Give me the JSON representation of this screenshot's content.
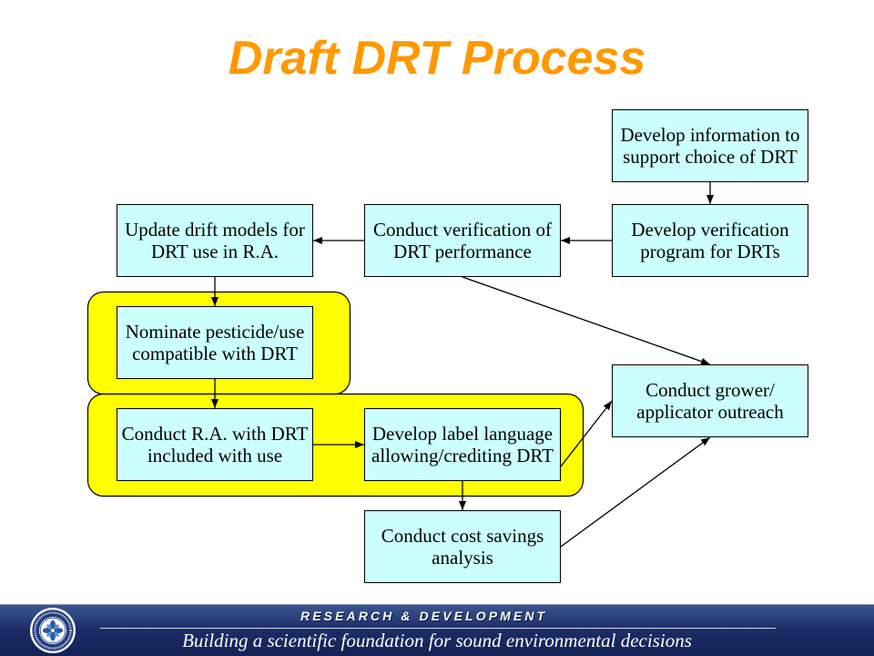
{
  "slide": {
    "title": "Draft DRT Process"
  },
  "colors": {
    "title": "#ff9900",
    "box_fill": "#ccffff",
    "group_fill": "#ffff00",
    "footer_bg": "#1b2c66",
    "footer_text": "#ffffff"
  },
  "flowchart": {
    "nodes": [
      {
        "lines": [
          "Develop information to",
          "support choice of DRT"
        ]
      },
      {
        "lines": [
          "Develop verification",
          "program for DRTs"
        ]
      },
      {
        "lines": [
          "Conduct verification of",
          "DRT performance"
        ]
      },
      {
        "lines": [
          "Update drift models for",
          "DRT use in R.A."
        ]
      },
      {
        "lines": [
          "Nominate pesticide/use",
          "compatible with DRT"
        ]
      },
      {
        "lines": [
          "Conduct R.A. with DRT",
          "included with use"
        ]
      },
      {
        "lines": [
          "Develop label language",
          "allowing/crediting DRT"
        ]
      },
      {
        "lines": [
          "Conduct grower/",
          "applicator outreach"
        ]
      },
      {
        "lines": [
          "Conduct cost savings",
          "analysis"
        ]
      }
    ],
    "edges": [
      [
        0,
        1
      ],
      [
        1,
        2
      ],
      [
        2,
        3
      ],
      [
        3,
        4
      ],
      [
        4,
        5
      ],
      [
        5,
        6
      ],
      [
        6,
        8
      ],
      [
        2,
        7
      ],
      [
        6,
        7
      ],
      [
        8,
        7
      ]
    ]
  },
  "footer": {
    "logo": "epa-seal-icon",
    "heading": "RESEARCH & DEVELOPMENT",
    "tagline": "Building a scientific foundation for sound environmental decisions"
  }
}
